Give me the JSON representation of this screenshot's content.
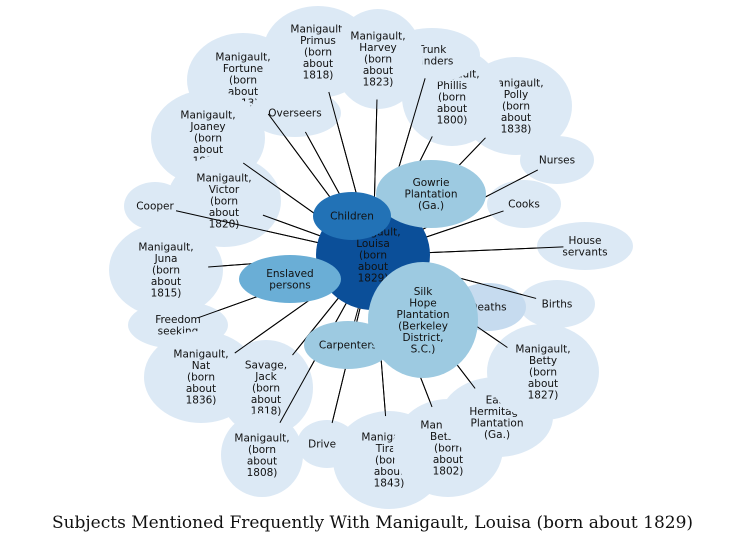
{
  "caption": "Subjects Mentioned Frequently With Manigault, Louisa (born about 1829)",
  "colors": {
    "level_0": "#0b4f99",
    "level_1": "#2272b6",
    "level_2": "#6aaed6",
    "level_3": "#9dcae1",
    "level_4": "#c6dbef",
    "level_5": "#dce9f5",
    "edge": "#000000",
    "text": "#111111"
  },
  "center": {
    "id": "louisa",
    "lines": [
      "Manigault,",
      "Louisa",
      "(born",
      "about",
      "1829)"
    ]
  },
  "nodes": [
    {
      "id": "primus",
      "lines": [
        "Manigault,",
        "Primus",
        "(born",
        "about",
        "1818)"
      ],
      "level": 5
    },
    {
      "id": "fortune",
      "lines": [
        "Manigault,",
        "Fortune",
        "(born",
        "about",
        "1813)"
      ],
      "level": 5
    },
    {
      "id": "overseers",
      "lines": [
        "Overseers"
      ],
      "level": 5
    },
    {
      "id": "joaney",
      "lines": [
        "Manigault,",
        "Joaney",
        "(born",
        "about",
        "1818)"
      ],
      "level": 5
    },
    {
      "id": "victor",
      "lines": [
        "Manigault,",
        "Victor",
        "(born",
        "about",
        "1820)"
      ],
      "level": 5
    },
    {
      "id": "coop",
      "lines": [
        "Cooper"
      ],
      "level": 5
    },
    {
      "id": "juna",
      "lines": [
        "Manigault,",
        "Juna",
        "(born",
        "about",
        "1815)"
      ],
      "level": 5
    },
    {
      "id": "freedom",
      "lines": [
        "Freedom",
        "seeking"
      ],
      "level": 5
    },
    {
      "id": "nat",
      "lines": [
        "Manigault,",
        "Nat",
        "(born",
        "about",
        "1836)"
      ],
      "level": 5
    },
    {
      "id": "jack",
      "lines": [
        "Savage,",
        "Jack",
        "(born",
        "about",
        "1818)"
      ],
      "level": 5
    },
    {
      "id": "b1808",
      "lines": [
        "Manigault,",
        "(born",
        "about",
        "1808)"
      ],
      "level": 5
    },
    {
      "id": "driv",
      "lines": [
        "Drivers"
      ],
      "level": 5
    },
    {
      "id": "tirah",
      "lines": [
        "Manigault,",
        "Tirah",
        "(born",
        "about",
        "1843)"
      ],
      "level": 5
    },
    {
      "id": "betsey",
      "lines": [
        "Manigault,",
        "Betsey",
        "(born",
        "about",
        "1802)"
      ],
      "level": 5
    },
    {
      "id": "hermitage",
      "lines": [
        "East",
        "Hermitage",
        "Plantation",
        "(Ga.)"
      ],
      "level": 5
    },
    {
      "id": "betty",
      "lines": [
        "Manigault,",
        "Betty",
        "(born",
        "about",
        "1827)"
      ],
      "level": 5
    },
    {
      "id": "births",
      "lines": [
        "Births"
      ],
      "level": 5
    },
    {
      "id": "servants",
      "lines": [
        "House",
        "servants"
      ],
      "level": 5
    },
    {
      "id": "cooks",
      "lines": [
        "Cooks"
      ],
      "level": 5
    },
    {
      "id": "nurses",
      "lines": [
        "Nurses"
      ],
      "level": 5
    },
    {
      "id": "polly",
      "lines": [
        "Manigault,",
        "Polly",
        "(born",
        "about",
        "1838)"
      ],
      "level": 5
    },
    {
      "id": "phillis",
      "lines": [
        "Manigault,",
        "Phillis",
        "(born",
        "about",
        "1800)"
      ],
      "level": 5
    },
    {
      "id": "trunk",
      "lines": [
        "Trunk",
        "minders"
      ],
      "level": 5
    },
    {
      "id": "harvey",
      "lines": [
        "Manigault,",
        "Harvey",
        "(born",
        "about",
        "1823)"
      ],
      "level": 5
    },
    {
      "id": "deaths",
      "lines": [
        "Deaths"
      ],
      "level": 4
    },
    {
      "id": "carpenters",
      "lines": [
        "Carpenters"
      ],
      "level": 3
    },
    {
      "id": "silkhope",
      "lines": [
        "Silk",
        "Hope",
        "Plantation",
        "(Berkeley",
        "District,",
        "S.C.)"
      ],
      "level": 3
    },
    {
      "id": "gowrie",
      "lines": [
        "Gowrie",
        "Plantation",
        "(Ga.)"
      ],
      "level": 3
    },
    {
      "id": "enslaved",
      "lines": [
        "Enslaved",
        "persons"
      ],
      "level": 2
    },
    {
      "id": "children",
      "lines": [
        "Children"
      ],
      "level": 1
    }
  ]
}
